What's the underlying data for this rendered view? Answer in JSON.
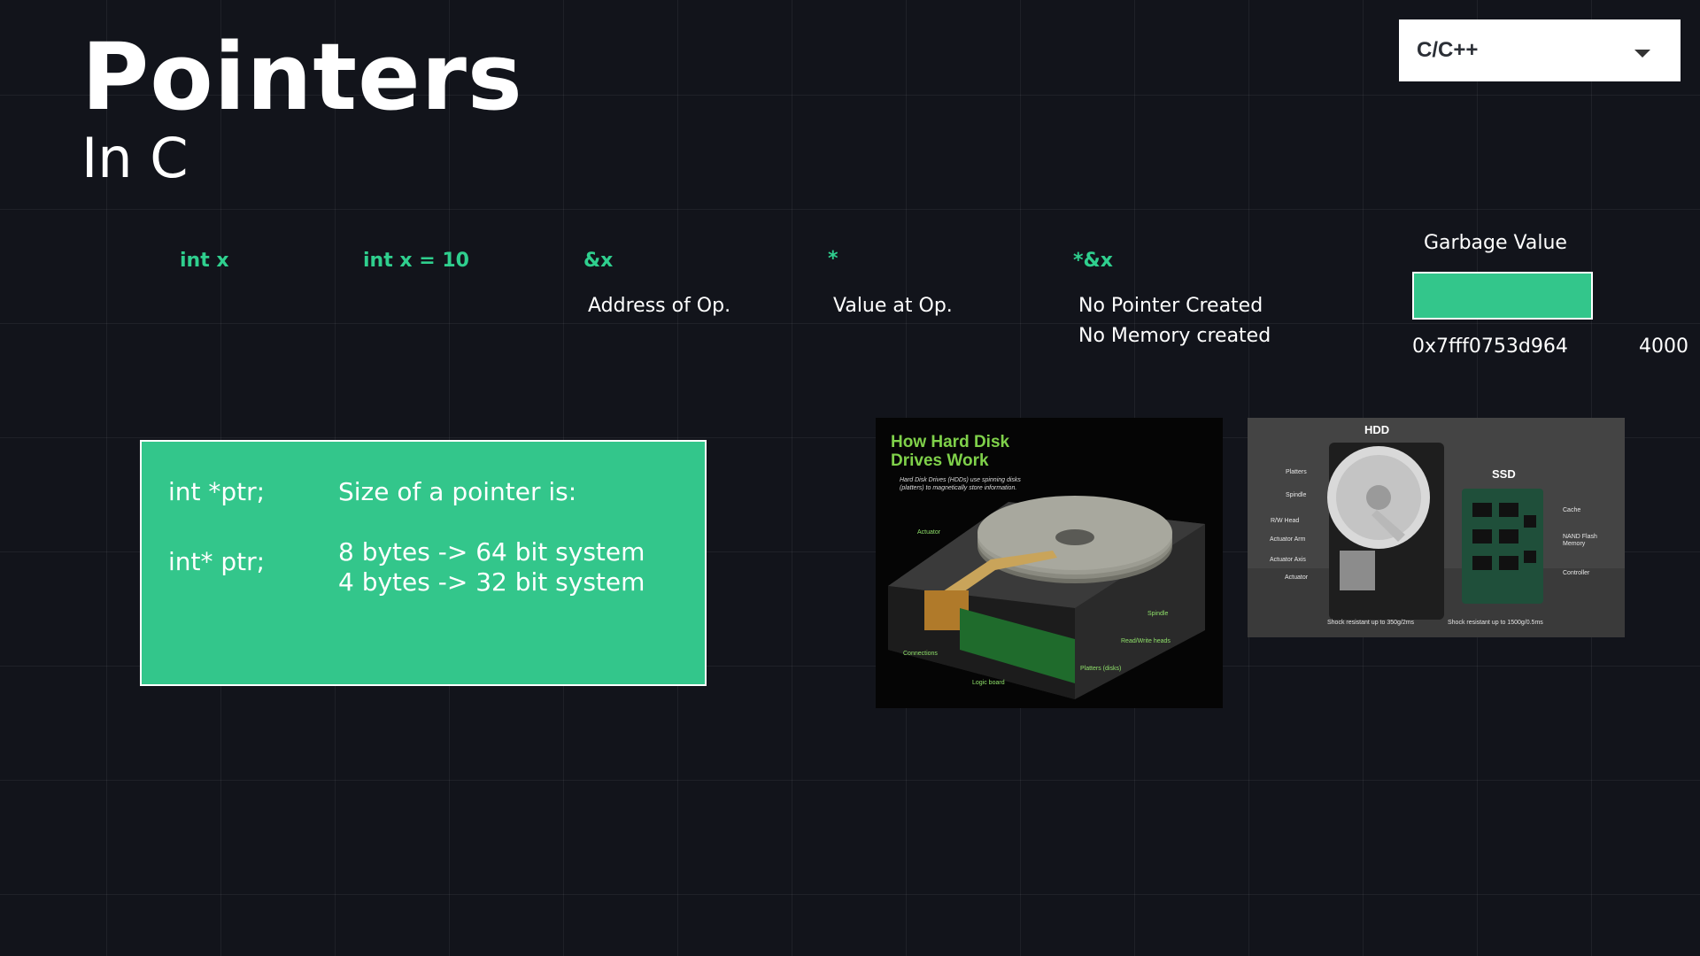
{
  "header": {
    "title": "Pointers",
    "subtitle": "In C"
  },
  "language_select": {
    "value": "C/C++"
  },
  "notes": {
    "int_x": "int x",
    "int_x_10": "int x = 10",
    "address_op": "&x",
    "address_op_desc": "Address of Op.",
    "value_op": "*",
    "value_op_desc": "Value at Op.",
    "deref_addr": "*&x",
    "deref_desc_1": "No Pointer Created",
    "deref_desc_2": "No Memory created"
  },
  "memory": {
    "label": "Garbage Value",
    "address": "0x7fff0753d964",
    "side_value": "4000"
  },
  "pointer_card": {
    "decl_1": "int *ptr;",
    "decl_2": "int* ptr;",
    "size_heading": "Size of a pointer is:",
    "size_64": "8 bytes -> 64 bit system",
    "size_32": "4 bytes -> 32 bit system"
  },
  "images": {
    "hdd_diagram": {
      "title_line_1": "How Hard Disk",
      "title_line_2": "Drives Work",
      "desc_line_1": "Hard Disk Drives (HDDs) use spinning disks",
      "desc_line_2": "(platters) to magnetically store information.",
      "labels": [
        "Actuator",
        "Spindle",
        "Read/Write heads",
        "Platters (disks)",
        "Logic board",
        "Connections"
      ]
    },
    "hdd_vs_ssd": {
      "hdd_label": "HDD",
      "ssd_label": "SSD",
      "hdd_parts": [
        "Platters",
        "Spindle",
        "R/W Head",
        "Actuator Arm",
        "Actuator Axis",
        "Actuator"
      ],
      "ssd_parts": [
        "Cache",
        "NAND Flash Memory",
        "Controller"
      ],
      "hdd_caption": "Shock resistant up to 350g/2ms",
      "ssd_caption": "Shock resistant up to 1500g/0.5ms"
    }
  },
  "colors": {
    "accent": "#33c68b",
    "accent_text": "#2fcf8e",
    "background": "#12141b"
  }
}
